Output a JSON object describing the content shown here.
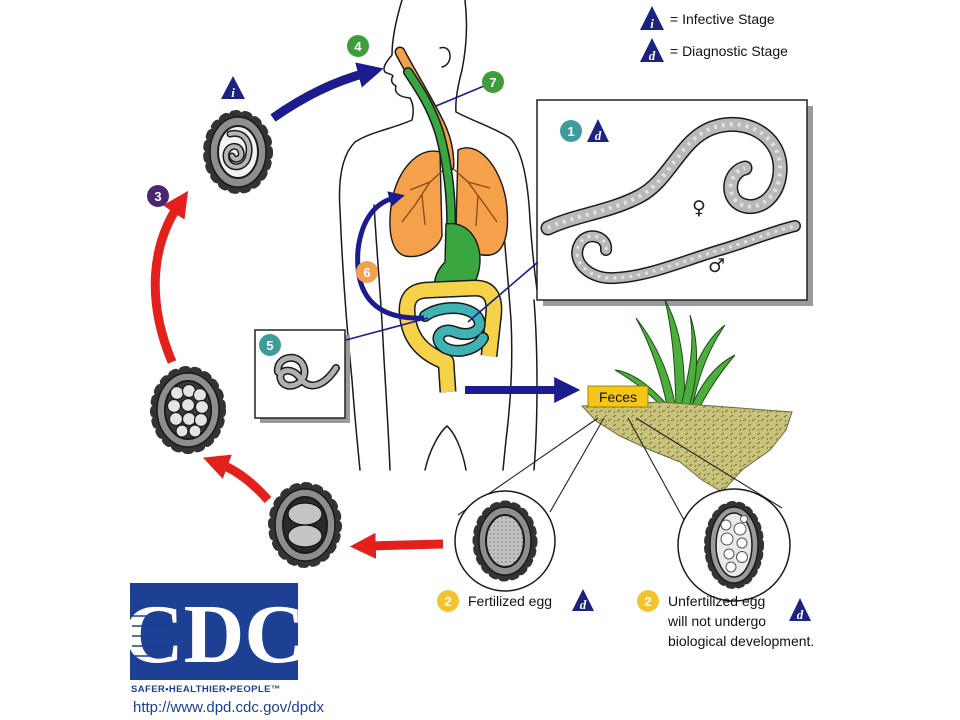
{
  "legend": {
    "infective_symbol": "i",
    "infective_label": "= Infective Stage",
    "diagnostic_symbol": "d",
    "diagnostic_label": "= Diagnostic Stage"
  },
  "steps": {
    "step1": "1",
    "step2_fertilized": "2",
    "step2_unfertilized": "2",
    "step3": "3",
    "step4": "4",
    "step5": "5",
    "step6": "6",
    "step7": "7"
  },
  "stage_markers": {
    "infective": "i",
    "diagnostic": "d"
  },
  "adult_worms": {
    "female_symbol": "♀",
    "male_symbol": "♂"
  },
  "feces_label": "Feces",
  "egg_labels": {
    "fertilized": "Fertilized egg",
    "unfertilized": [
      "Unfertilized egg",
      "will not undergo",
      "biological development."
    ]
  },
  "logo": {
    "text": "CDC",
    "tagline": "SAFER•HEALTHIER•PEOPLE™"
  },
  "source_url": "http://www.dpd.cdc.gov/dpdx",
  "colors": {
    "step_green": "#3f9c3a",
    "step_teal": "#3d9c9a",
    "step_purple": "#4a2670",
    "step_orange": "#f2a24f",
    "step_yellow": "#f4c430",
    "stage_triangle": "#1c237e",
    "arrow_blue": "#1c1c8f",
    "arrow_red": "#e3201b",
    "lung_orange": "#f5a04a",
    "esophagus_green": "#3aa63f",
    "large_intestine_yellow": "#f6d24a",
    "small_intestine_teal": "#3fb3b3",
    "feces_yellow": "#f5c518",
    "soil_olive": "#c9c37c",
    "logo_blue": "#1d3f94"
  }
}
